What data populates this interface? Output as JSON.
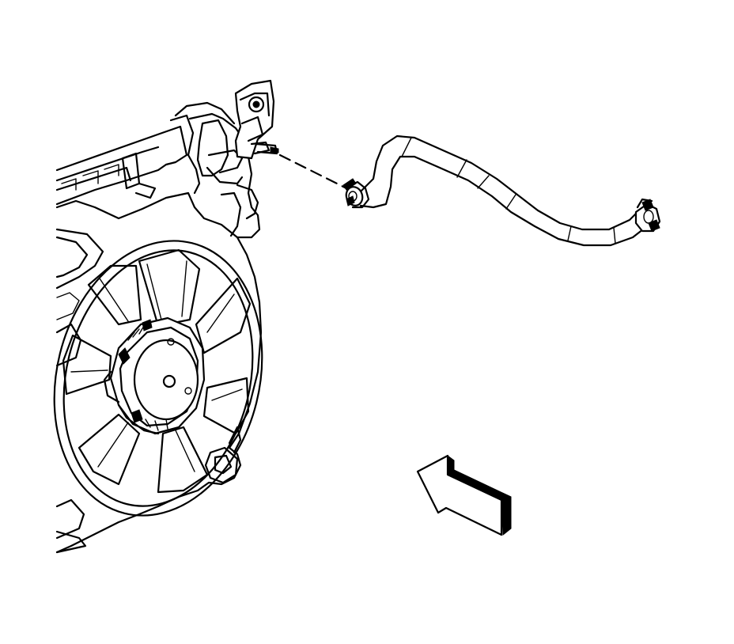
{
  "diagram": {
    "title": "",
    "colors": {
      "line": "#000000",
      "background": "#ffffff"
    },
    "components": [
      {
        "id": "radiator-fan-shroud",
        "icon": "fan-shroud-icon"
      },
      {
        "id": "cooling-fan",
        "icon": "fan-icon"
      },
      {
        "id": "fan-motor",
        "icon": "motor-icon"
      },
      {
        "id": "reservoir-bracket",
        "icon": "bracket-icon"
      },
      {
        "id": "overflow-hose",
        "icon": "hose-icon"
      },
      {
        "id": "hose-clamp-front",
        "icon": "clamp-icon"
      },
      {
        "id": "hose-clamp-rear",
        "icon": "clamp-icon"
      },
      {
        "id": "direction-arrow",
        "icon": "arrow-icon"
      }
    ]
  }
}
